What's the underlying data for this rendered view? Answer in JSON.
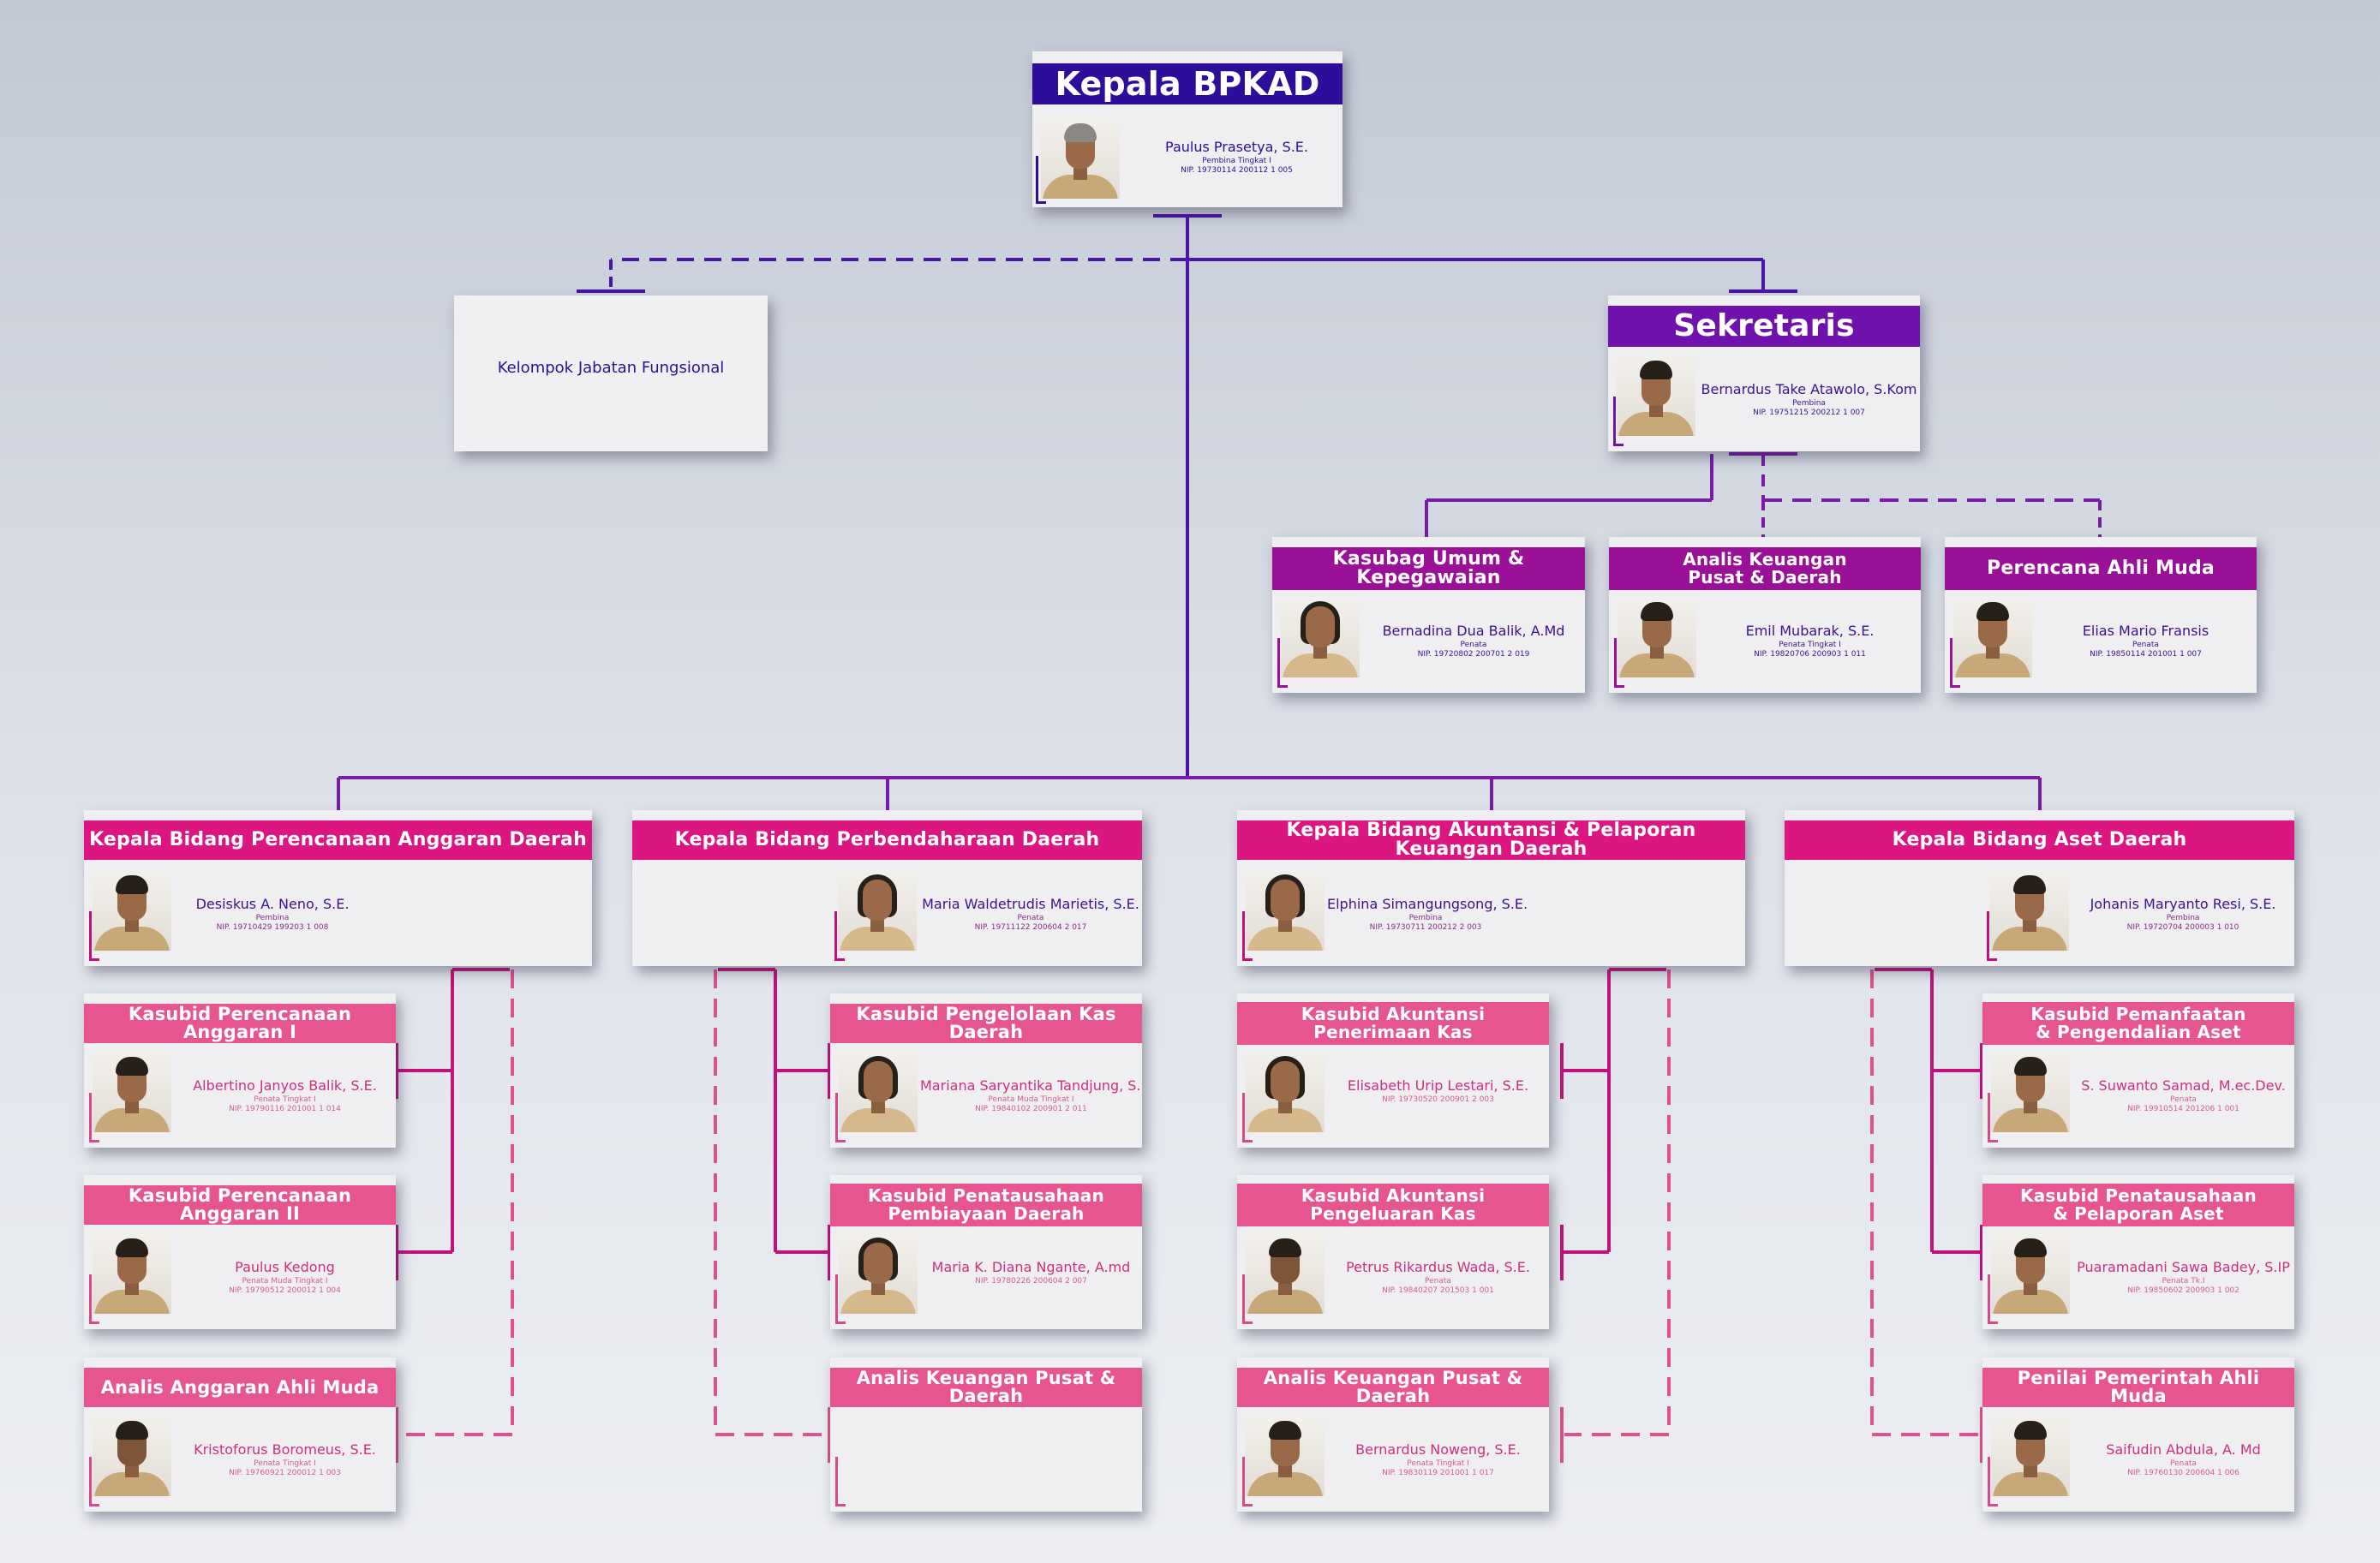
{
  "colors": {
    "navy": "#2e0d9b",
    "violet": "#6f12ad",
    "purple": "#9a1198",
    "magenta": "#db1680",
    "pink": "#e6558f",
    "card": "#efeff1"
  },
  "top": {
    "title": "Kepala BPKAD",
    "name": "Paulus Prasetya, S.E.",
    "rank": "Pembina Tingkat I",
    "nip": "NIP. 19730114 200112 1 005"
  },
  "fungsional": {
    "label": "Kelompok Jabatan Fungsional"
  },
  "sekretaris": {
    "title": "Sekretaris",
    "name": "Bernardus Take Atawolo, S.Kom",
    "rank": "Pembina",
    "nip": "NIP. 19751215 200212 1 007"
  },
  "sek_sub": [
    {
      "title": "Kasubag Umum & Kepegawaian",
      "name": "Bernadina Dua Balik, A.Md",
      "rank": "Penata",
      "nip": "NIP. 19720802 200701 2 019"
    },
    {
      "title_line1": "Analis Keuangan",
      "title_line2": "Pusat & Daerah",
      "name": "Emil Mubarak, S.E.",
      "rank": "Penata Tingkat I",
      "nip": "NIP. 19820706 200903 1 011"
    },
    {
      "title": "Perencana Ahli Muda",
      "name": "Elias Mario Fransis",
      "rank": "Penata",
      "nip": "NIP. 19850114 201001 1 007"
    }
  ],
  "bidang": [
    {
      "title": "Kepala Bidang Perencanaan Anggaran Daerah",
      "name": "Desiskus A. Neno, S.E.",
      "rank": "Pembina",
      "nip": "NIP. 19710429 199203 1 008",
      "subs": [
        {
          "title": "Kasubid Perencanaan Anggaran I",
          "name": "Albertino Janyos Balik, S.E.",
          "rank": "Penata Tingkat I",
          "nip": "NIP. 19790116 201001 1 014"
        },
        {
          "title": "Kasubid Perencanaan Anggaran II",
          "name": "Paulus Kedong",
          "rank": "Penata Muda Tingkat I",
          "nip": "NIP. 19790512 200012 1 004"
        },
        {
          "title": "Analis Anggaran Ahli Muda",
          "name": "Kristoforus Boromeus, S.E.",
          "rank": "Penata Tingkat I",
          "nip": "NIP. 19760921 200012 1 003"
        }
      ]
    },
    {
      "title": "Kepala Bidang Perbendaharaan Daerah",
      "name": "Maria Waldetrudis Marietis, S.E.",
      "rank": "Penata",
      "nip": "NIP. 19711122 200604 2 017",
      "subs": [
        {
          "title": "Kasubid Pengelolaan Kas Daerah",
          "name": "Mariana Saryantika Tandjung, S.E.",
          "rank": "Penata Muda Tingkat I",
          "nip": "NIP. 19840102 200901 2 011"
        },
        {
          "title_line1": "Kasubid Penatausahaan",
          "title_line2": "Pembiayaan Daerah",
          "name": "Maria K. Diana Ngante, A.md",
          "rank": "",
          "nip": "NIP. 19780226 200604 2 007"
        },
        {
          "title": "Analis Keuangan Pusat & Daerah"
        }
      ]
    },
    {
      "title": "Kepala Bidang Akuntansi & Pelaporan Keuangan Daerah",
      "name": "Elphina Simangungsong, S.E.",
      "rank": "Pembina",
      "nip": "NIP. 19730711 200212 2 003",
      "subs": [
        {
          "title_line1": "Kasubid Akuntansi",
          "title_line2": "Penerimaan Kas",
          "name": "Elisabeth Urip Lestari, S.E.",
          "rank": "",
          "nip": "NIP. 19730520 200901 2 003"
        },
        {
          "title_line1": "Kasubid Akuntansi",
          "title_line2": "Pengeluaran Kas",
          "name": "Petrus Rikardus Wada, S.E.",
          "rank": "Penata",
          "nip": "NIP. 19840207 201503 1 001"
        },
        {
          "title": "Analis Keuangan Pusat & Daerah",
          "name": "Bernardus Noweng, S.E.",
          "rank": "Penata Tingkat I",
          "nip": "NIP. 19830119 201001 1 017"
        }
      ]
    },
    {
      "title": "Kepala Bidang Aset Daerah",
      "name": "Johanis Maryanto Resi, S.E.",
      "rank": "Pembina",
      "nip": "NIP. 19720704 200003 1 010",
      "subs": [
        {
          "title_line1": "Kasubid Pemanfaatan",
          "title_line2": "& Pengendalian Aset",
          "name": "S. Suwanto Samad, M.ec.Dev.",
          "rank": "Penata",
          "nip": "NIP. 19910514 201206 1 001"
        },
        {
          "title_line1": "Kasubid Penatausahaan",
          "title_line2": "& Pelaporan Aset",
          "name": "Puaramadani Sawa Badey, S.IP",
          "rank": "Penata Tk.I",
          "nip": "NIP. 19850602 200903 1 002"
        },
        {
          "title": "Penilai Pemerintah Ahli Muda",
          "name": "Saifudin Abdula, A. Md",
          "rank": "Penata",
          "nip": "NIP. 19760130 200604 1 006"
        }
      ]
    }
  ]
}
